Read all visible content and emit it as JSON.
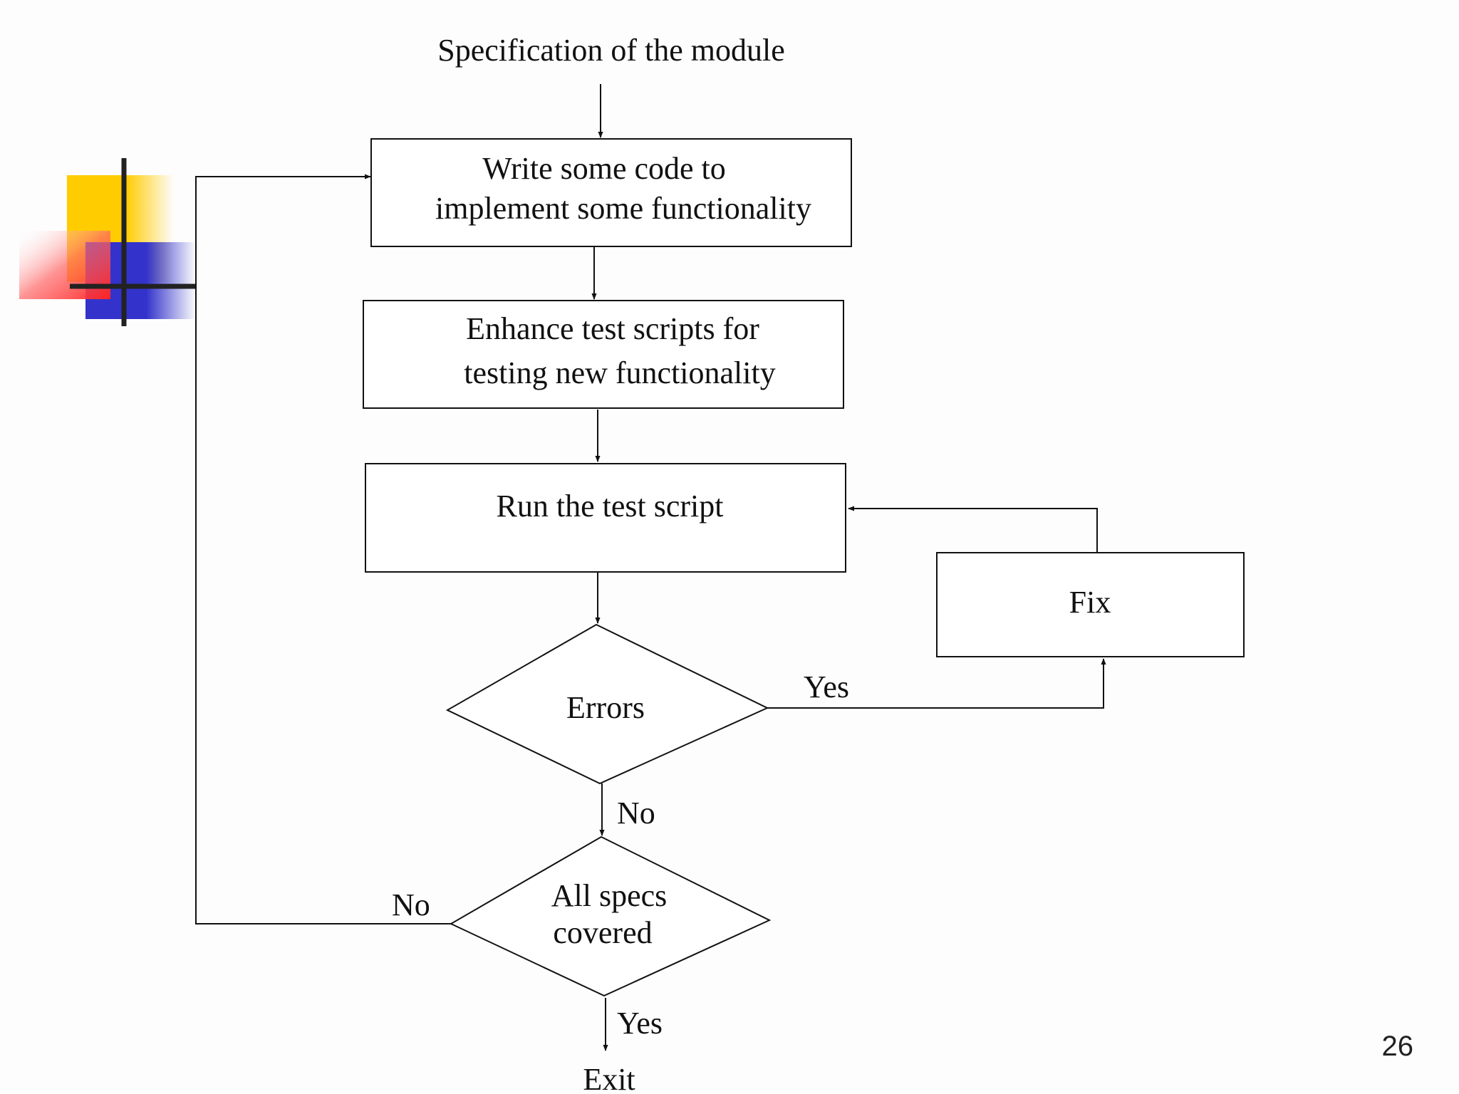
{
  "diagram": {
    "type": "flowchart",
    "title": "Specification of the module",
    "nodes": {
      "write_code": {
        "lines": [
          "Write some code to",
          "implement some functionality"
        ],
        "shape": "rectangle"
      },
      "enhance_tests": {
        "lines": [
          "Enhance test scripts for",
          "testing new functionality"
        ],
        "shape": "rectangle"
      },
      "run_tests": {
        "lines": [
          "Run the test script"
        ],
        "shape": "rectangle"
      },
      "fix": {
        "lines": [
          "Fix"
        ],
        "shape": "rectangle"
      },
      "errors": {
        "lines": [
          "Errors"
        ],
        "shape": "diamond"
      },
      "all_specs": {
        "lines": [
          "All specs",
          "covered"
        ],
        "shape": "diamond"
      },
      "exit": {
        "lines": [
          "Exit"
        ],
        "shape": "terminal-text"
      }
    },
    "edges": [
      {
        "from": "title",
        "to": "write_code",
        "label": ""
      },
      {
        "from": "write_code",
        "to": "enhance_tests",
        "label": ""
      },
      {
        "from": "enhance_tests",
        "to": "run_tests",
        "label": ""
      },
      {
        "from": "run_tests",
        "to": "errors",
        "label": ""
      },
      {
        "from": "errors",
        "to": "fix",
        "label": "Yes"
      },
      {
        "from": "fix",
        "to": "run_tests",
        "label": ""
      },
      {
        "from": "errors",
        "to": "all_specs",
        "label": "No"
      },
      {
        "from": "all_specs",
        "to": "write_code",
        "label": "No"
      },
      {
        "from": "all_specs",
        "to": "exit",
        "label": "Yes"
      }
    ]
  },
  "decoration": {
    "colors": {
      "yellow": "#ffcc00",
      "red": "#ff3333",
      "blue": "#3333cc",
      "cross": "#222222"
    }
  },
  "slide": {
    "page_number": "26"
  }
}
